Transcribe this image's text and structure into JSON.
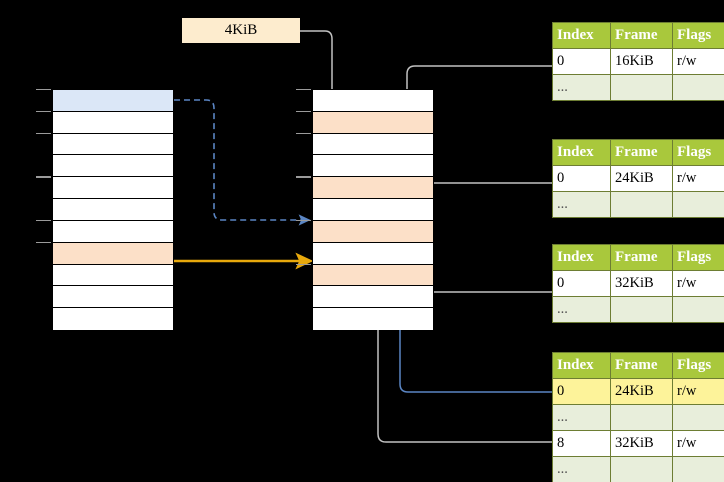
{
  "diagram": {
    "title_label": "4KiB",
    "left_column": {
      "name": "virtual-address-space",
      "row_count": 11,
      "rows": [
        {
          "fill": "blue",
          "label": ""
        },
        {
          "fill": "white",
          "label": ""
        },
        {
          "fill": "white",
          "label": ""
        },
        {
          "fill": "white",
          "label": ""
        },
        {
          "fill": "white",
          "label": ""
        },
        {
          "fill": "white",
          "label": ""
        },
        {
          "fill": "white",
          "label": ""
        },
        {
          "fill": "peach",
          "label": ""
        },
        {
          "fill": "white",
          "label": ""
        },
        {
          "fill": "white",
          "label": ""
        },
        {
          "fill": "white",
          "label": ""
        }
      ]
    },
    "middle_column": {
      "name": "physical-memory",
      "row_count": 11,
      "rows": [
        {
          "fill": "white",
          "label": ""
        },
        {
          "fill": "peach",
          "label": ""
        },
        {
          "fill": "white",
          "label": ""
        },
        {
          "fill": "white",
          "label": ""
        },
        {
          "fill": "peach",
          "label": ""
        },
        {
          "fill": "white",
          "label": ""
        },
        {
          "fill": "peach",
          "label": ""
        },
        {
          "fill": "white",
          "label": ""
        },
        {
          "fill": "peach",
          "label": ""
        },
        {
          "fill": "white",
          "label": ""
        },
        {
          "fill": "white",
          "label": ""
        }
      ]
    },
    "tables": [
      {
        "name": "page-table-1",
        "headers": [
          "Index",
          "Frame",
          "Flags"
        ],
        "rows": [
          {
            "cells": [
              "0",
              "16KiB",
              "r/w"
            ],
            "style": "normal",
            "highlight": false
          },
          {
            "cells": [
              "...",
              "",
              ""
            ],
            "style": "alt",
            "highlight": false
          }
        ]
      },
      {
        "name": "page-table-2",
        "headers": [
          "Index",
          "Frame",
          "Flags"
        ],
        "rows": [
          {
            "cells": [
              "0",
              "24KiB",
              "r/w"
            ],
            "style": "normal",
            "highlight": false
          },
          {
            "cells": [
              "...",
              "",
              ""
            ],
            "style": "alt",
            "highlight": false
          }
        ]
      },
      {
        "name": "page-table-3",
        "headers": [
          "Index",
          "Frame",
          "Flags"
        ],
        "rows": [
          {
            "cells": [
              "0",
              "32KiB",
              "r/w"
            ],
            "style": "normal",
            "highlight": false
          },
          {
            "cells": [
              "...",
              "",
              ""
            ],
            "style": "alt",
            "highlight": false
          }
        ]
      },
      {
        "name": "page-table-4",
        "headers": [
          "Index",
          "Frame",
          "Flags"
        ],
        "rows": [
          {
            "cells": [
              "0",
              "24KiB",
              "r/w"
            ],
            "style": "normal",
            "highlight": true
          },
          {
            "cells": [
              "...",
              "",
              ""
            ],
            "style": "alt",
            "highlight": false
          },
          {
            "cells": [
              "8",
              "32KiB",
              "r/w"
            ],
            "style": "normal",
            "highlight": false
          },
          {
            "cells": [
              "...",
              "",
              ""
            ],
            "style": "alt",
            "highlight": false
          }
        ]
      }
    ],
    "colors": {
      "header_green": "#a9c83c",
      "alt_row_green": "#e8eedb",
      "highlight_yellow": "#fdf39a",
      "blue_cell": "#dbe7f7",
      "peach_cell": "#fce0c8",
      "label_peach": "#fdecce",
      "arrow_blue": "#5b86c4",
      "arrow_orange": "#e8a90c",
      "arrow_gray": "#c9c9c9",
      "background": "#000000"
    },
    "arrows": [
      {
        "name": "blue-dashed-arrow",
        "from": "left-row-1",
        "to": "middle-row-7",
        "style": "dashed",
        "color": "#5b86c4"
      },
      {
        "name": "orange-solid-arrow",
        "from": "left-row-8",
        "to": "middle-row-9",
        "style": "solid",
        "color": "#e8a90c"
      },
      {
        "name": "kib-connector",
        "from": "4KiB-label",
        "to": "middle-row-2",
        "style": "solid",
        "color": "#c9c9c9"
      },
      {
        "name": "table1-connector",
        "from": "page-table-1-row-0",
        "to": "middle-row-5",
        "style": "solid",
        "color": "#c9c9c9"
      },
      {
        "name": "table2-connector",
        "from": "page-table-2-row-0",
        "to": "middle-row-7",
        "style": "solid",
        "color": "#c9c9c9"
      },
      {
        "name": "table3-connector",
        "from": "page-table-3-row-0",
        "to": "middle-row-9",
        "style": "solid",
        "color": "#c9c9c9"
      },
      {
        "name": "table4-row0-connector",
        "from": "page-table-4-row-0",
        "to": "middle-row-7",
        "style": "solid",
        "color": "#5b86c4"
      },
      {
        "name": "table4-row8-connector",
        "from": "page-table-4-row-8",
        "to": "middle-row-9",
        "style": "solid",
        "color": "#c9c9c9"
      }
    ]
  }
}
